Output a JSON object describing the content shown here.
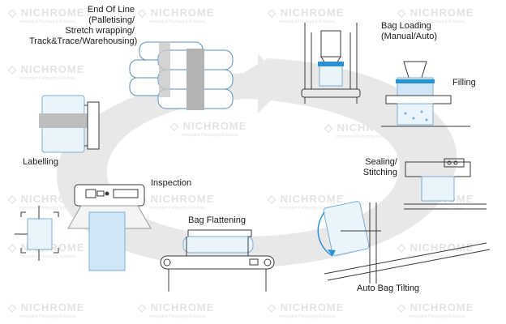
{
  "labels": {
    "end_of_line": [
      "End Of Line",
      "(Palletising/",
      "Stretch wrapping/",
      "Track&Trace/Warehousing)"
    ],
    "bag_loading": [
      "Bag Loading",
      "(Manual/Auto)"
    ],
    "filling": "Filling",
    "labelling": "Labelling",
    "inspection": "Inspection",
    "sealing": [
      "Sealing/",
      "Stitching"
    ],
    "bag_flattening": "Bag Flattening",
    "auto_bag_tilting": "Auto Bag Tilting"
  },
  "watermark": {
    "brand": "NICHROME",
    "tagline": "Integrated Packaging Solutions"
  },
  "colors": {
    "ring": "#e6e6e6",
    "line": "#3a3a3a",
    "accent_blue": "#2b8fd6",
    "light_blue": "#cfe6f7",
    "gray_band": "#a9a9a9"
  }
}
